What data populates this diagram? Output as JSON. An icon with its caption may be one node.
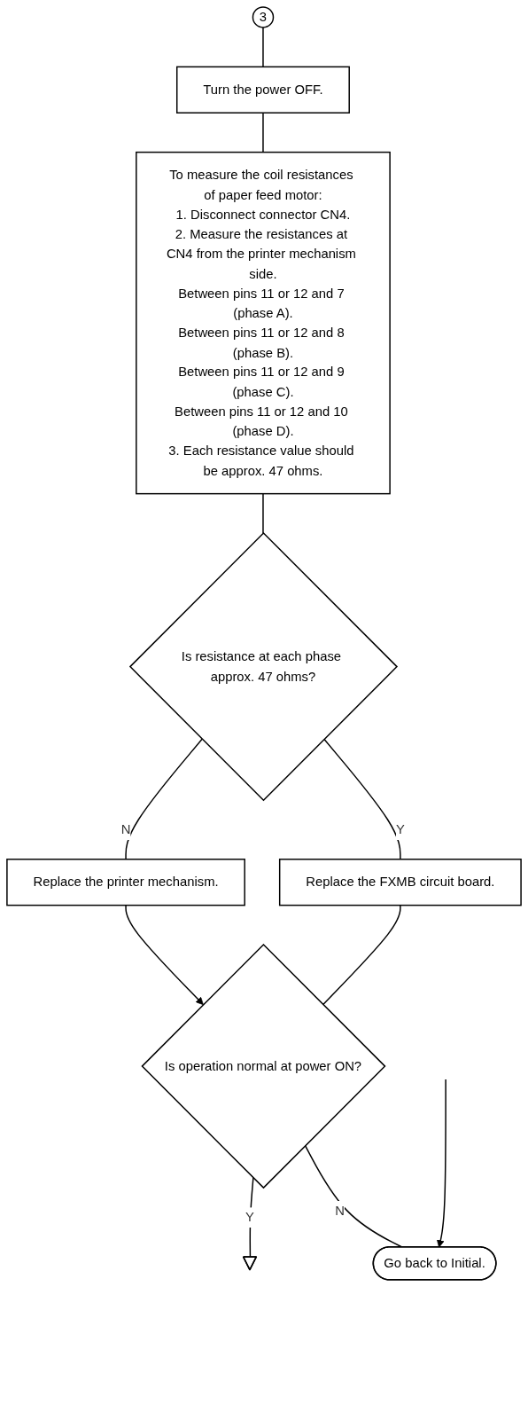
{
  "diagram": {
    "nodes": [
      {
        "text": [
          "3"
        ]
      },
      {
        "text": [
          "Turn the power OFF."
        ]
      },
      {
        "text": [
          "To measure the coil resistances of paper feed motor:",
          "1. Disconnect connector CN4.",
          "2. Measure the resistances at CN4 from the printer mechanism side.",
          "Between pins 11 or 12 and 7 (phase A).",
          "Between pins 11 or 12 and 8 (phase B).",
          "Between pins 11 or 12 and 9 (phase C).",
          "Between pins 11 or 12 and 10 (phase D).",
          "3. Each resistance value should be approx. 47 ohms."
        ]
      },
      {
        "text": [
          "Is resistance at each phase approx. 47 ohms?"
        ]
      },
      {
        "text": [
          "Replace the FXMB circuit board."
        ]
      },
      {
        "text": [
          "Replace the printer mechanism."
        ]
      },
      {
        "text": [
          "Is operation normal at power ON?"
        ]
      },
      {
        "text": [],
        "shape": "triangle"
      },
      {
        "text": [
          "Go back to Initial."
        ]
      }
    ],
    "edges": [
      {
        "from": 0,
        "to": 1,
        "arrow": "none"
      },
      {
        "from": 1,
        "to": 2,
        "arrow": "none"
      },
      {
        "from": 2,
        "to": 3,
        "arrow": "none"
      },
      {
        "from": 3,
        "to": 4,
        "label": "Y",
        "arrow": "none"
      },
      {
        "from": 3,
        "to": 5,
        "label": "N",
        "arrow": "none"
      },
      {
        "from": 5,
        "to": 6,
        "arrow": "to"
      },
      {
        "from": 4,
        "to": 6,
        "arrow": "none"
      },
      {
        "from": 6,
        "to": 7,
        "label": "Y",
        "arrow": "none"
      },
      {
        "from": 6,
        "to": 8,
        "label": "N",
        "arrow": "none"
      },
      {
        "from": null,
        "to": 8,
        "arrow": "to"
      }
    ]
  }
}
